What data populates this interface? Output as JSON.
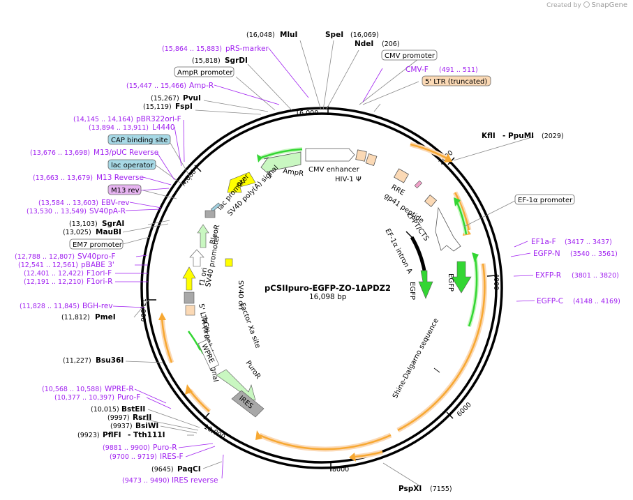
{
  "header": {
    "created_by": "Created by",
    "brand": "SnapGene"
  },
  "plasmid": {
    "name": "pCSIIpuro-EGFP-ZO-1ΔPDZ2",
    "size": "16,098 bp"
  },
  "ticks": [
    "16,000",
    "2000",
    "4000",
    "6000",
    "8000",
    "10,000",
    "12,000",
    "4,000"
  ],
  "colors": {
    "arrow_green_light": "#c9f7c1",
    "arrow_green": "#33d633",
    "promoter_orange": "#f7a832",
    "ori_yellow": "#ffff00",
    "bg_orange": "#fbd9b5",
    "tag_gray": "#a8a8a8",
    "primer_purple": "#a020f0"
  },
  "sites": [
    {
      "name": "MluI",
      "pos": "(16,048)"
    },
    {
      "name": "SpeI",
      "pos": "(16,069)"
    },
    {
      "name": "NdeI",
      "pos": "(206)"
    },
    {
      "name": "SgrDI",
      "pos": "(15,818)"
    },
    {
      "name": "PvuI",
      "pos": "(15,267)"
    },
    {
      "name": "FspI",
      "pos": "(15,119)"
    },
    {
      "name": "KflI",
      "pos": ""
    },
    {
      "name": "- PpuMI",
      "pos": "(2029)"
    },
    {
      "name": "SgrAI",
      "pos": "(13,103)"
    },
    {
      "name": "MauBI",
      "pos": "(13,025)"
    },
    {
      "name": "PmeI",
      "pos": "(11,812)"
    },
    {
      "name": "Bsu36I",
      "pos": "(11,227)"
    },
    {
      "name": "BstEII",
      "pos": "(10,015)"
    },
    {
      "name": "RsrII",
      "pos": "(9997)"
    },
    {
      "name": "BsiWI",
      "pos": "(9937)"
    },
    {
      "name": "PflFI",
      "pos": "(9923)"
    },
    {
      "name": "- Tth111I",
      "pos": ""
    },
    {
      "name": "PaqCI",
      "pos": "(9645)"
    },
    {
      "name": "PspXI",
      "pos": "(7155)"
    }
  ],
  "primers": [
    {
      "name": "pRS-marker",
      "pos": "(15,864 .. 15,883)"
    },
    {
      "name": "Amp-R",
      "pos": "(15,447 .. 15,466)"
    },
    {
      "name": "CMV-F",
      "pos": "(491 .. 511)"
    },
    {
      "name": "pBR322ori-F",
      "pos": "(14,145 .. 14,164)"
    },
    {
      "name": "L4440",
      "pos": "(13,894 .. 13,911)"
    },
    {
      "name": "M13/pUC Reverse",
      "pos": "(13,676 .. 13,698)"
    },
    {
      "name": "M13 Reverse",
      "pos": "(13,663 .. 13,679)"
    },
    {
      "name": "EBV-rev",
      "pos": "(13,584 .. 13,603)"
    },
    {
      "name": "SV40pA-R",
      "pos": "(13,530 .. 13,549)"
    },
    {
      "name": "SV40pro-F",
      "pos": "(12,788 .. 12,807)"
    },
    {
      "name": "pBABE 3'",
      "pos": "(12,541 .. 12,561)"
    },
    {
      "name": "F1ori-F",
      "pos": "(12,401 .. 12,422)"
    },
    {
      "name": "F1ori-R",
      "pos": "(12,191 .. 12,210)"
    },
    {
      "name": "BGH-rev",
      "pos": "(11,828 .. 11,845)"
    },
    {
      "name": "EF1a-F",
      "pos": "(3417 .. 3437)"
    },
    {
      "name": "EGFP-N",
      "pos": "(3540 .. 3561)"
    },
    {
      "name": "EXFP-R",
      "pos": "(3801 .. 3820)"
    },
    {
      "name": "EGFP-C",
      "pos": "(4148 .. 4169)"
    },
    {
      "name": "WPRE-R",
      "pos": "(10,568 .. 10,588)"
    },
    {
      "name": "Puro-F",
      "pos": "(10,377 .. 10,397)"
    },
    {
      "name": "Puro-R",
      "pos": "(9881 .. 9900)"
    },
    {
      "name": "IRES-F",
      "pos": "(9700 .. 9719)"
    },
    {
      "name": "IRES reverse",
      "pos": "(9473 .. 9490)"
    }
  ],
  "boxed_labels": {
    "cmv_promoter": "CMV promoter",
    "ampr_promoter": "AmpR promoter",
    "ltr_truncated": "5' LTR (truncated)",
    "cap_site": "CAP binding site",
    "lac_operator": "lac operator",
    "m13_rev": "M13 rev",
    "ef1a_promoter": "EF-1α promoter",
    "em7_promoter": "EM7 promoter"
  },
  "features": {
    "ampr": "AmpR",
    "cmv_enhancer": "CMV enhancer",
    "hiv1_psi": "HIV-1 Ψ",
    "rre": "RRE",
    "gp41": "gp41 peptide",
    "cppt": "cPPT/CTS",
    "ef1a_intron": "EF-1α intron A",
    "egfp_inner": "EGFP",
    "egfp_outer": "EGFP",
    "ori": "ori",
    "lac_promoter": "lac promoter",
    "sv40_polya": "SV40 poly(A) signal",
    "bleor": "BleoR",
    "sv40_promoter": "SV40 promoter",
    "sv40_ori": "SV40 ori",
    "f1_ori": "f1 ori",
    "bgh_polya": "bGH poly(A) signal",
    "ltr_inner": "5' LTR (truncated)",
    "factor_xa": "Factor Xa site",
    "wpre": "WPRE",
    "puror": "PuroR",
    "ires": "IRES",
    "shine": "Shine-Dalgarno sequence"
  }
}
